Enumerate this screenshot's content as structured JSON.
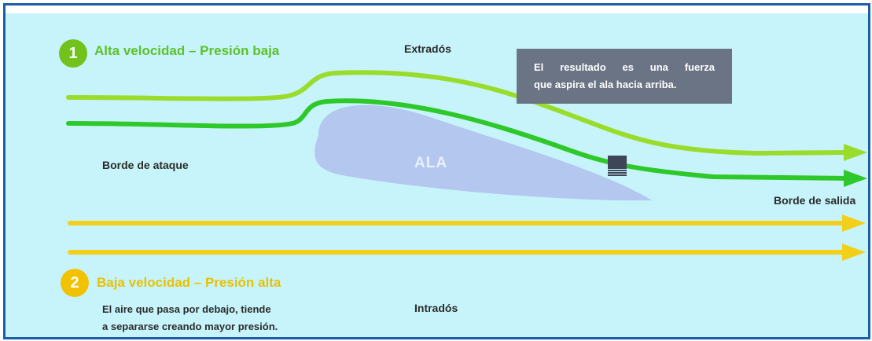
{
  "section_1": {
    "number": "1",
    "title": "Alta velocidad – Presión baja"
  },
  "section_2": {
    "number": "2",
    "title": "Baja velocidad – Presión alta",
    "note_line_1": "El aire que pasa por debajo, tiende",
    "note_line_2": "a separarse creando mayor presión."
  },
  "labels": {
    "extrados": "Extradós",
    "intrados": "Intradós",
    "leading_edge": "Borde de ataque",
    "trailing_edge": "Borde de salida",
    "wing": "ALA"
  },
  "result_box": {
    "line_1": "El resultado es una fuerza",
    "line_2": "que aspira el ala hacia arriba."
  },
  "colors": {
    "frame_border": "#1a5fa8",
    "background": "#c7f4fb",
    "light_green_flow": "#99dc2c",
    "dark_green_flow": "#2fc82a",
    "yellow_flow": "#f2cf1a",
    "wing_fill": "#b3c7ef",
    "result_box": "#6b7485"
  }
}
